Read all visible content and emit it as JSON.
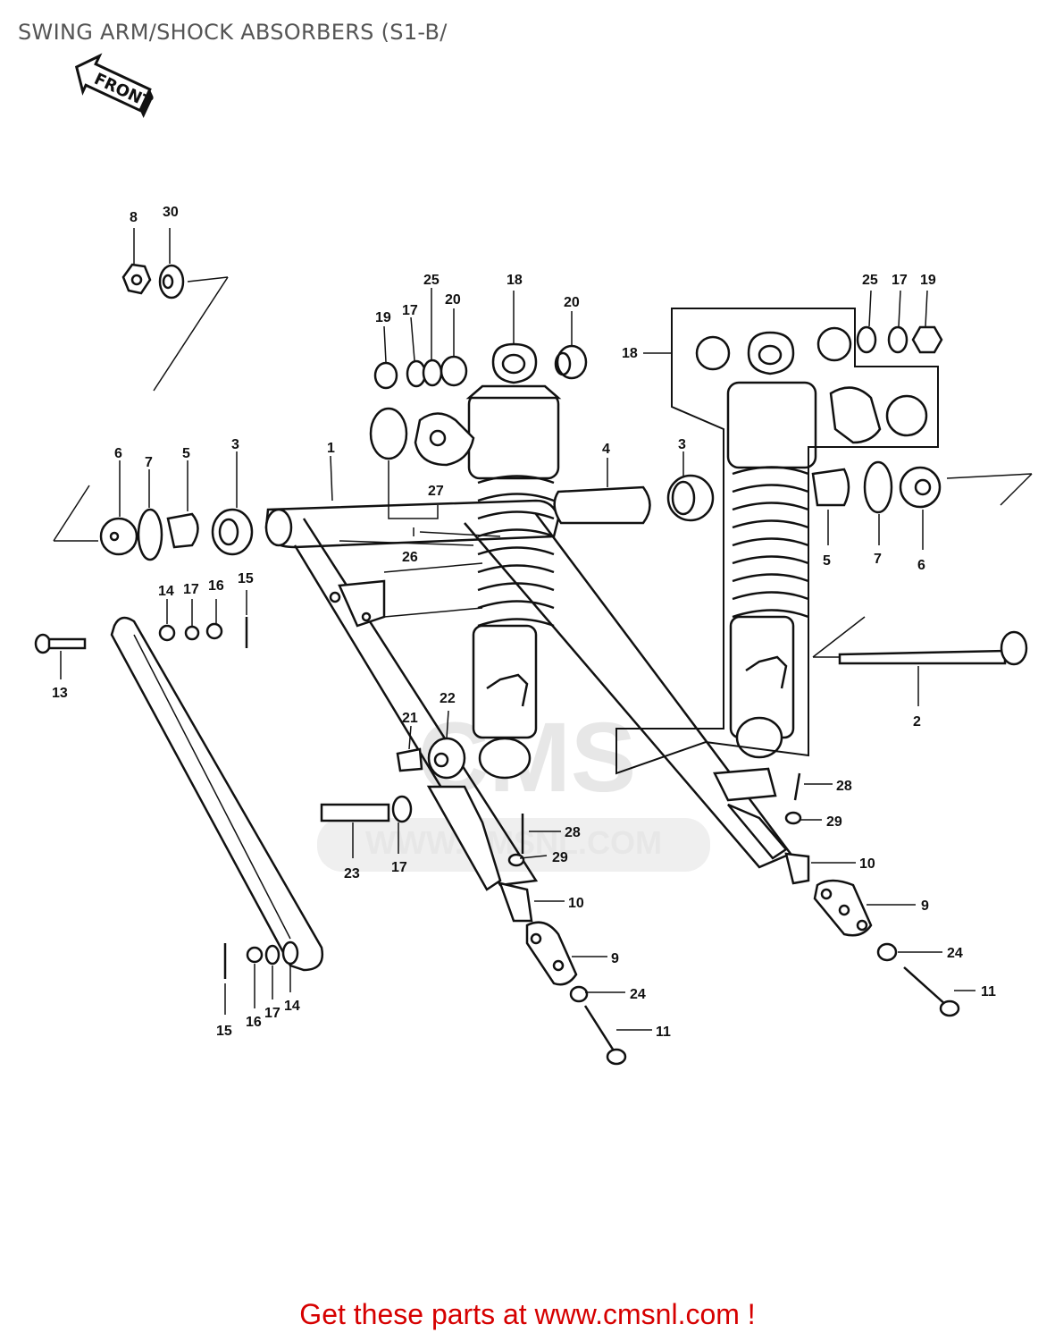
{
  "title": "SWING ARM/SHOCK ABSORBERS (S1-B/",
  "front_arrow_label": "FRONT",
  "watermark": {
    "brand": "CMS",
    "url": "WWW.CMSNL.COM"
  },
  "footer_cta": "Get these parts at www.cmsnl.com !",
  "colors": {
    "line": "#111111",
    "cta": "#d60000",
    "watermark": "#e7e7e7"
  },
  "callouts": [
    "1",
    "2",
    "3",
    "3",
    "4",
    "5",
    "5",
    "6",
    "6",
    "7",
    "7",
    "8",
    "9",
    "9",
    "10",
    "10",
    "11",
    "11",
    "13",
    "14",
    "14",
    "15",
    "15",
    "16",
    "16",
    "17",
    "17",
    "17",
    "17",
    "17",
    "18",
    "18",
    "19",
    "19",
    "20",
    "20",
    "21",
    "22",
    "23",
    "24",
    "24",
    "25",
    "25",
    "26",
    "27",
    "28",
    "28",
    "29",
    "29",
    "30"
  ]
}
